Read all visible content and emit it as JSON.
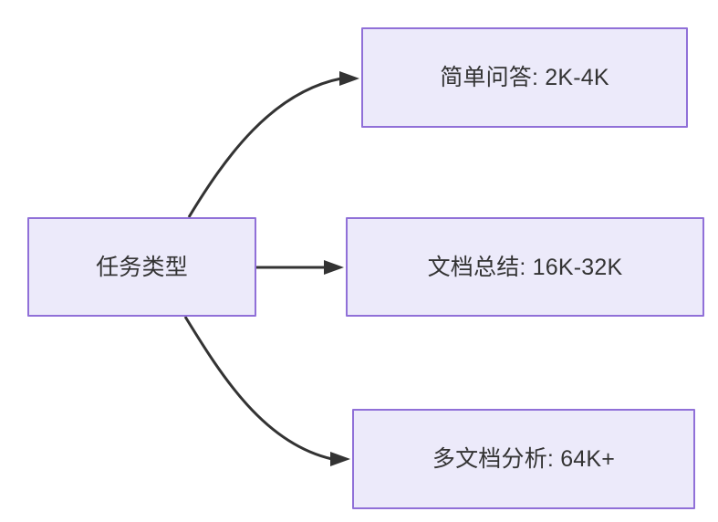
{
  "diagram": {
    "type": "flowchart",
    "direction": "left-to-right",
    "background_color": "#FFFFFF",
    "node_fill_color": "#ECEAFA",
    "node_border_color": "#9070D8",
    "node_text_color": "#333333",
    "edge_color": "#333333",
    "nodes": [
      {
        "id": "source",
        "label": "任务类型",
        "role": "root"
      },
      {
        "id": "simple",
        "label": "简单问答: 2K-4K",
        "role": "leaf"
      },
      {
        "id": "summary",
        "label": "文档总结: 16K-32K",
        "role": "leaf"
      },
      {
        "id": "multi",
        "label": "多文档分析: 64K+",
        "role": "leaf"
      }
    ],
    "edges": [
      {
        "from": "source",
        "to": "simple",
        "label": "",
        "shape": "curved",
        "arrow": "arrow-head-icon"
      },
      {
        "from": "source",
        "to": "summary",
        "label": "",
        "shape": "straight",
        "arrow": "arrow-head-icon"
      },
      {
        "from": "source",
        "to": "multi",
        "label": "",
        "shape": "curved",
        "arrow": "arrow-head-icon"
      }
    ]
  }
}
